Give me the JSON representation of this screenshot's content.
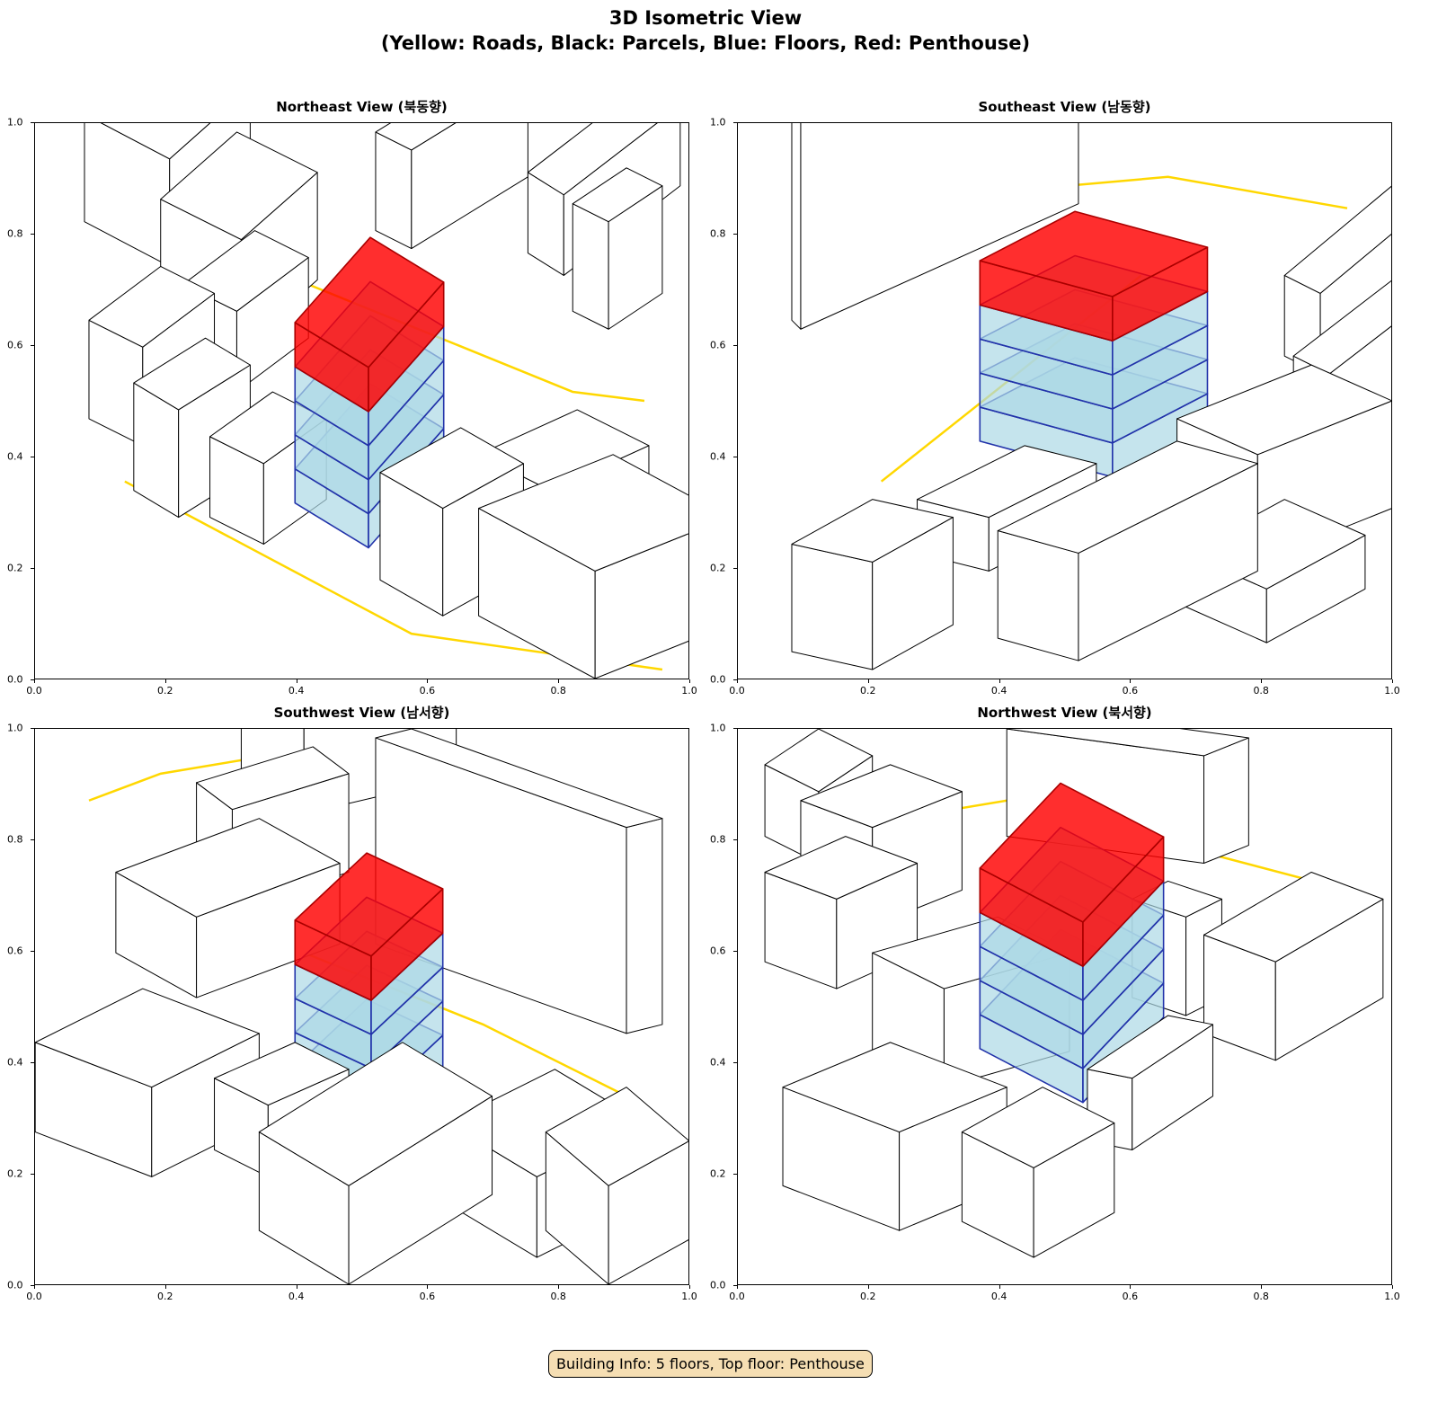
{
  "figure": {
    "title_line1": "3D Isometric View",
    "title_line2": "(Yellow: Roads, Black: Parcels, Blue: Floors, Red: Penthouse)"
  },
  "axis_ticks": [
    "0.0",
    "0.2",
    "0.4",
    "0.6",
    "0.8",
    "1.0"
  ],
  "panels": [
    {
      "title": "Northeast View (북동향)"
    },
    {
      "title": "Southeast View (남동향)"
    },
    {
      "title": "Southwest View (남서향)"
    },
    {
      "title": "Northwest View (북서향)"
    }
  ],
  "building": {
    "floors": 5,
    "top_floor": "Penthouse"
  },
  "info_box": "Building Info: 5 floors, Top floor: Penthouse",
  "colors": {
    "roads": "#ffd700",
    "parcels": "#000000",
    "floors": "#add8e6",
    "floor_edges": "#2233aa",
    "penthouse": "#ff0000",
    "info_bg": "#f5deb3"
  }
}
